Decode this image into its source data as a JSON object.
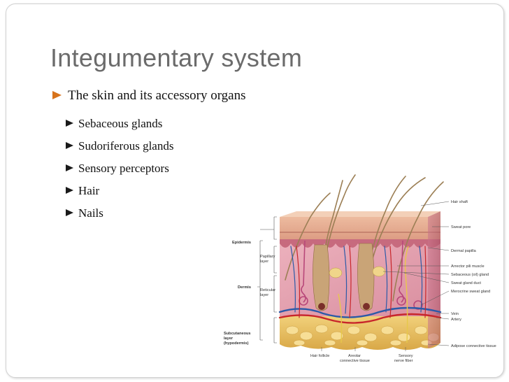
{
  "slide": {
    "title": "Integumentary system",
    "bullet": "The skin and its accessory organs",
    "sub_bullets": [
      "Sebaceous glands",
      "Sudoriferous glands",
      "Sensory perceptors",
      "Hair",
      "Nails"
    ]
  },
  "figure": {
    "left_labels": {
      "epidermis": "Epidermis",
      "dermis": "Dermis",
      "papillary": [
        "Papillary",
        "layer"
      ],
      "reticular": [
        "Reticular",
        "layer"
      ],
      "subcutaneous": [
        "Subcutaneous",
        "layer",
        "(hypodermis)"
      ]
    },
    "right_labels": [
      "Hair shaft",
      "Sweat pore",
      "Dermal papilla",
      "Arrector pili muscle",
      "Sebaceous (oil) gland",
      "Sweat gland duct",
      "Merocrine sweat gland",
      "Vein",
      "Artery",
      "Adipose connective tissue"
    ],
    "bottom_labels": {
      "hair_follicle": "Hair follicle",
      "areolar": [
        "Areolar",
        "connective tissue"
      ],
      "sensory": [
        "Sensory",
        "nerve fiber"
      ]
    }
  },
  "colors": {
    "title": "#6b6b6b",
    "bullet_level1": "#d7731b",
    "bullet_level2": "#1a1a1a",
    "epidermis": "#e1a58f",
    "dermis": "#e7a6b2",
    "fat": "#ecc769",
    "hair": "#9c7f55",
    "vein": "#2c5aa8",
    "artery": "#c8262b"
  }
}
